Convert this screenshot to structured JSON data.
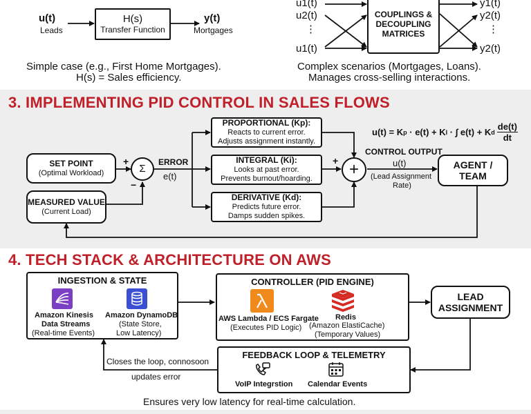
{
  "top_left": {
    "input_var": "u(t)",
    "input_label": "Leads",
    "tf_var": "H(s)",
    "tf_label": "Transfer Function",
    "output_var": "y(t)",
    "output_label": "Mortgages",
    "caption_line1": "Simple case (e.g., First Home Mortgages).",
    "caption_line2": "H(s) = Sales efficiency."
  },
  "top_right": {
    "inputs": [
      "u1(t)",
      "u2(t)",
      "⋮",
      "u1(t)"
    ],
    "matrix_label_1": "COUPLINGS &",
    "matrix_label_2": "DECOUPLING",
    "matrix_label_3": "MATRICES",
    "outputs": [
      "y1(t)",
      "y2(t)",
      "⋮",
      "y2(t)"
    ],
    "caption_line1": "Complex scenarios (Mortgages, Loans).",
    "caption_line2": "Manages cross-selling interactions."
  },
  "section3": {
    "title": "3. IMPLEMENTING PID CONTROL IN SALES FLOWS",
    "set_point": "SET POINT",
    "set_point_sub": "(Optimal Workload)",
    "measured_value": "MEASURED VALUE",
    "measured_value_sub": "(Current Load)",
    "plus": "+",
    "minus": "−",
    "sigma": "Σ",
    "error_label": "ERROR",
    "error_var": "e(t)",
    "proportional_title": "PROPORTIONAL (Kp):",
    "proportional_line1": "Reacts to current error.",
    "proportional_line2": "Adjusts assignment instantly.",
    "integral_title": "INTEGRAL (Ki):",
    "integral_line1": "Looks at past error.",
    "integral_line2": "Prevents burnout/hoarding.",
    "derivative_title": "DERIVATIVE (Kd):",
    "derivative_line1": "Predicts future error.",
    "derivative_line2": "Damps sudden spikes.",
    "sum_plus": "+",
    "sum_plus_left": "+",
    "control_output": "CONTROL OUTPUT",
    "control_var": "u(t)",
    "control_sub_1": "(Lead Assignment",
    "control_sub_2": "Rate)",
    "agent_1": "AGENT /",
    "agent_2": "TEAM",
    "formula_lhs": "u(t) = K",
    "formula_p": "p",
    "formula_mid1": " · e(t) + K",
    "formula_i": "I",
    "formula_mid2": " · ∫ e(t) + K",
    "formula_d": "d",
    "formula_num": "de(t)",
    "formula_den": "dt"
  },
  "section4": {
    "title": "4. TECH STACK & ARCHITECTURE ON AWS",
    "ingestion_title": "INGESTION & STATE",
    "kinesis_1": "Amazon Kinesis",
    "kinesis_2": "Data Streams",
    "kinesis_3": "(Real-time Events)",
    "dynamo_1": "Amazon DynamoDB",
    "dynamo_2": "(State Store,",
    "dynamo_3": "Low Latency)",
    "controller_title": "CONTROLLER (PID ENGINE)",
    "lambda_1": "AWS Lambda / ECS Fargate",
    "lambda_2": "(Executes PID Logic)",
    "redis_1": "Redis",
    "redis_2": "(Amazon ElastiCache)",
    "redis_3": "(Temporary Values)",
    "lead_1": "LEAD",
    "lead_2": "ASSIGNMENT",
    "feedback_title": "FEEDBACK LOOP & TELEMETRY",
    "voip": "VoIP Integrstion",
    "calendar": "Calendar Events",
    "loop_note_1": "Closes the loop, connosoon",
    "loop_note_2": "updates error",
    "footer": "Ensures very low latency for real-time calculation."
  },
  "colors": {
    "accent_red": "#c0202a",
    "band_gray": "#eeeeee",
    "kinesis": "#7b3fc4",
    "dynamo": "#3a4fd1",
    "lambda": "#f08a1c",
    "redis": "#d62b22"
  },
  "icons": {
    "kinesis": "kinesis-icon",
    "dynamo": "dynamodb-icon",
    "lambda": "lambda-icon",
    "redis": "redis-icon",
    "voip": "phone-chat-icon",
    "calendar": "calendar-icon"
  }
}
